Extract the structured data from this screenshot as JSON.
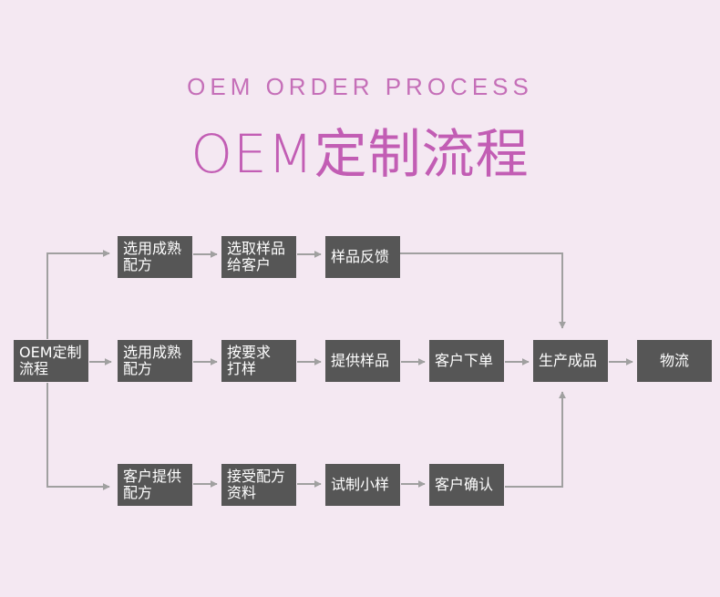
{
  "header": {
    "subtitle": "OEM ORDER PROCESS",
    "title": "OEM定制流程"
  },
  "colors": {
    "accent": "#c25db4",
    "box": "#565656",
    "arrow": "#a0a0a0",
    "background": "#f4e8f2"
  },
  "nodes": {
    "start": "OEM定制\n流程",
    "top_1": "选用成熟\n配方",
    "top_2": "选取样品\n给客户",
    "top_3": "样品反馈",
    "mid_1": "选用成熟\n配方",
    "mid_2": "按要求\n打样",
    "mid_3": "提供样品",
    "mid_4": "客户下单",
    "mid_5": "生产成品",
    "mid_6": "物流",
    "bot_1": "客户提供\n配方",
    "bot_2": "接受配方\n资料",
    "bot_3": "试制小样",
    "bot_4": "客户确认"
  }
}
